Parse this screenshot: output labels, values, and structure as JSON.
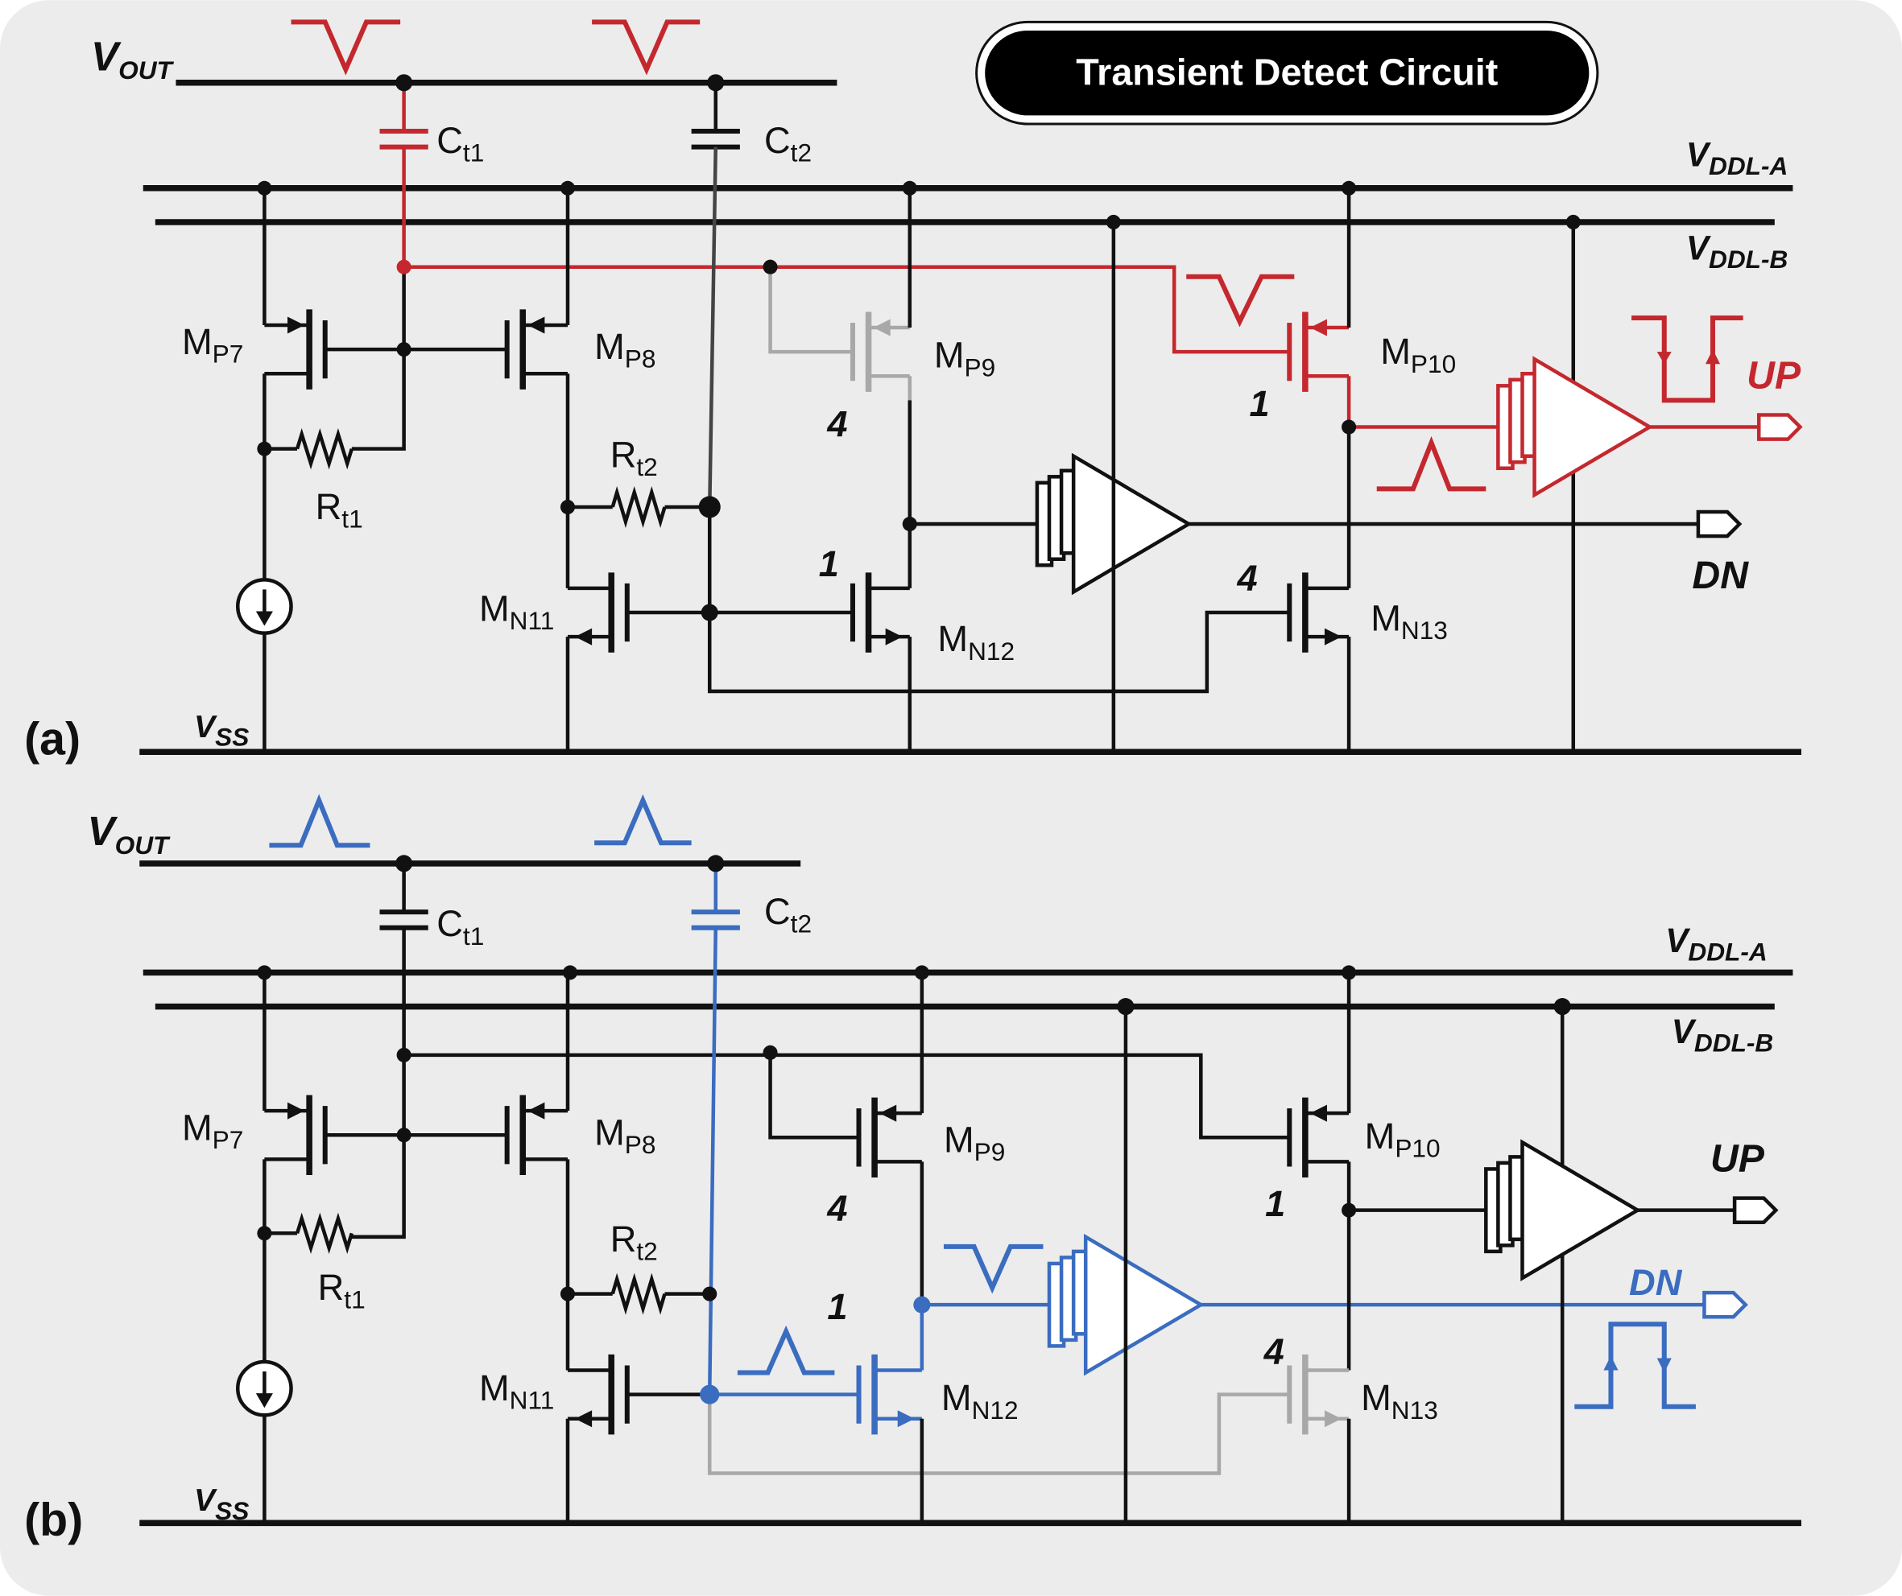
{
  "title": "Transient Detect Circuit",
  "colors": {
    "background": "#ececec",
    "up_path": "#c4282e",
    "dn_path": "#3a6cc0",
    "inactive": "#a8a8a8",
    "wire": "#111111"
  },
  "panels": [
    {
      "tag": "(a)",
      "vout": {
        "main": "V",
        "sub": "OUT"
      },
      "vddl_a": {
        "main": "V",
        "sub": "DDL-A"
      },
      "vddl_b": {
        "main": "V",
        "sub": "DDL-B"
      },
      "vss": {
        "main": "V",
        "sub": "SS"
      },
      "ct1": {
        "main": "C",
        "sub": "t1"
      },
      "ct2": {
        "main": "C",
        "sub": "t2"
      },
      "rt1": {
        "main": "R",
        "sub": "t1"
      },
      "rt2": {
        "main": "R",
        "sub": "t2"
      },
      "mp7": {
        "main": "M",
        "sub": "P7"
      },
      "mp8": {
        "main": "M",
        "sub": "P8"
      },
      "mp9": {
        "main": "M",
        "sub": "P9"
      },
      "mp10": {
        "main": "M",
        "sub": "P10"
      },
      "mn11": {
        "main": "M",
        "sub": "N11"
      },
      "mn12": {
        "main": "M",
        "sub": "N12"
      },
      "mn13": {
        "main": "M",
        "sub": "N13"
      },
      "size_mp9": "4",
      "size_mn12": "1",
      "size_mp10": "1",
      "size_mn13": "4",
      "up": "UP",
      "dn": "DN",
      "active_path": "UP"
    },
    {
      "tag": "(b)",
      "vout": {
        "main": "V",
        "sub": "OUT"
      },
      "vddl_a": {
        "main": "V",
        "sub": "DDL-A"
      },
      "vddl_b": {
        "main": "V",
        "sub": "DDL-B"
      },
      "vss": {
        "main": "V",
        "sub": "SS"
      },
      "ct1": {
        "main": "C",
        "sub": "t1"
      },
      "ct2": {
        "main": "C",
        "sub": "t2"
      },
      "rt1": {
        "main": "R",
        "sub": "t1"
      },
      "rt2": {
        "main": "R",
        "sub": "t2"
      },
      "mp7": {
        "main": "M",
        "sub": "P7"
      },
      "mp8": {
        "main": "M",
        "sub": "P8"
      },
      "mp9": {
        "main": "M",
        "sub": "P9"
      },
      "mp10": {
        "main": "M",
        "sub": "P10"
      },
      "mn11": {
        "main": "M",
        "sub": "N11"
      },
      "mn12": {
        "main": "M",
        "sub": "N12"
      },
      "mn13": {
        "main": "M",
        "sub": "N13"
      },
      "size_mp9": "4",
      "size_mn12": "1",
      "size_mp10": "1",
      "size_mn13": "4",
      "up": "UP",
      "dn": "DN",
      "active_path": "DN"
    }
  ]
}
